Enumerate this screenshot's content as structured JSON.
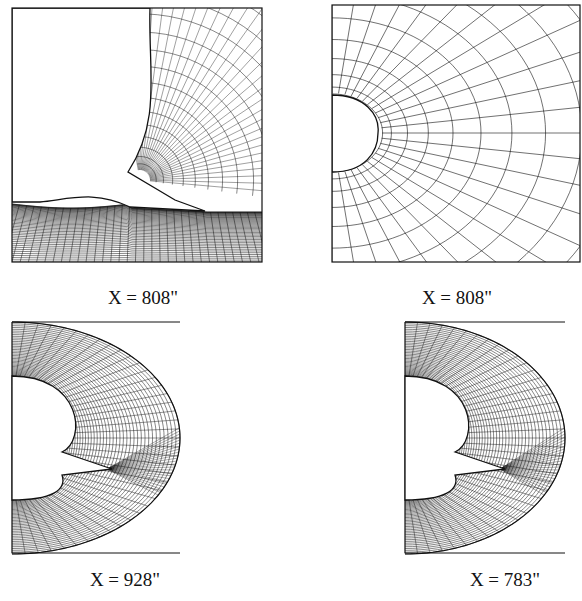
{
  "diagram": {
    "labels": [
      "X = 808\"",
      "X = 808\"",
      "X = 928\"",
      "X = 783\""
    ]
  }
}
